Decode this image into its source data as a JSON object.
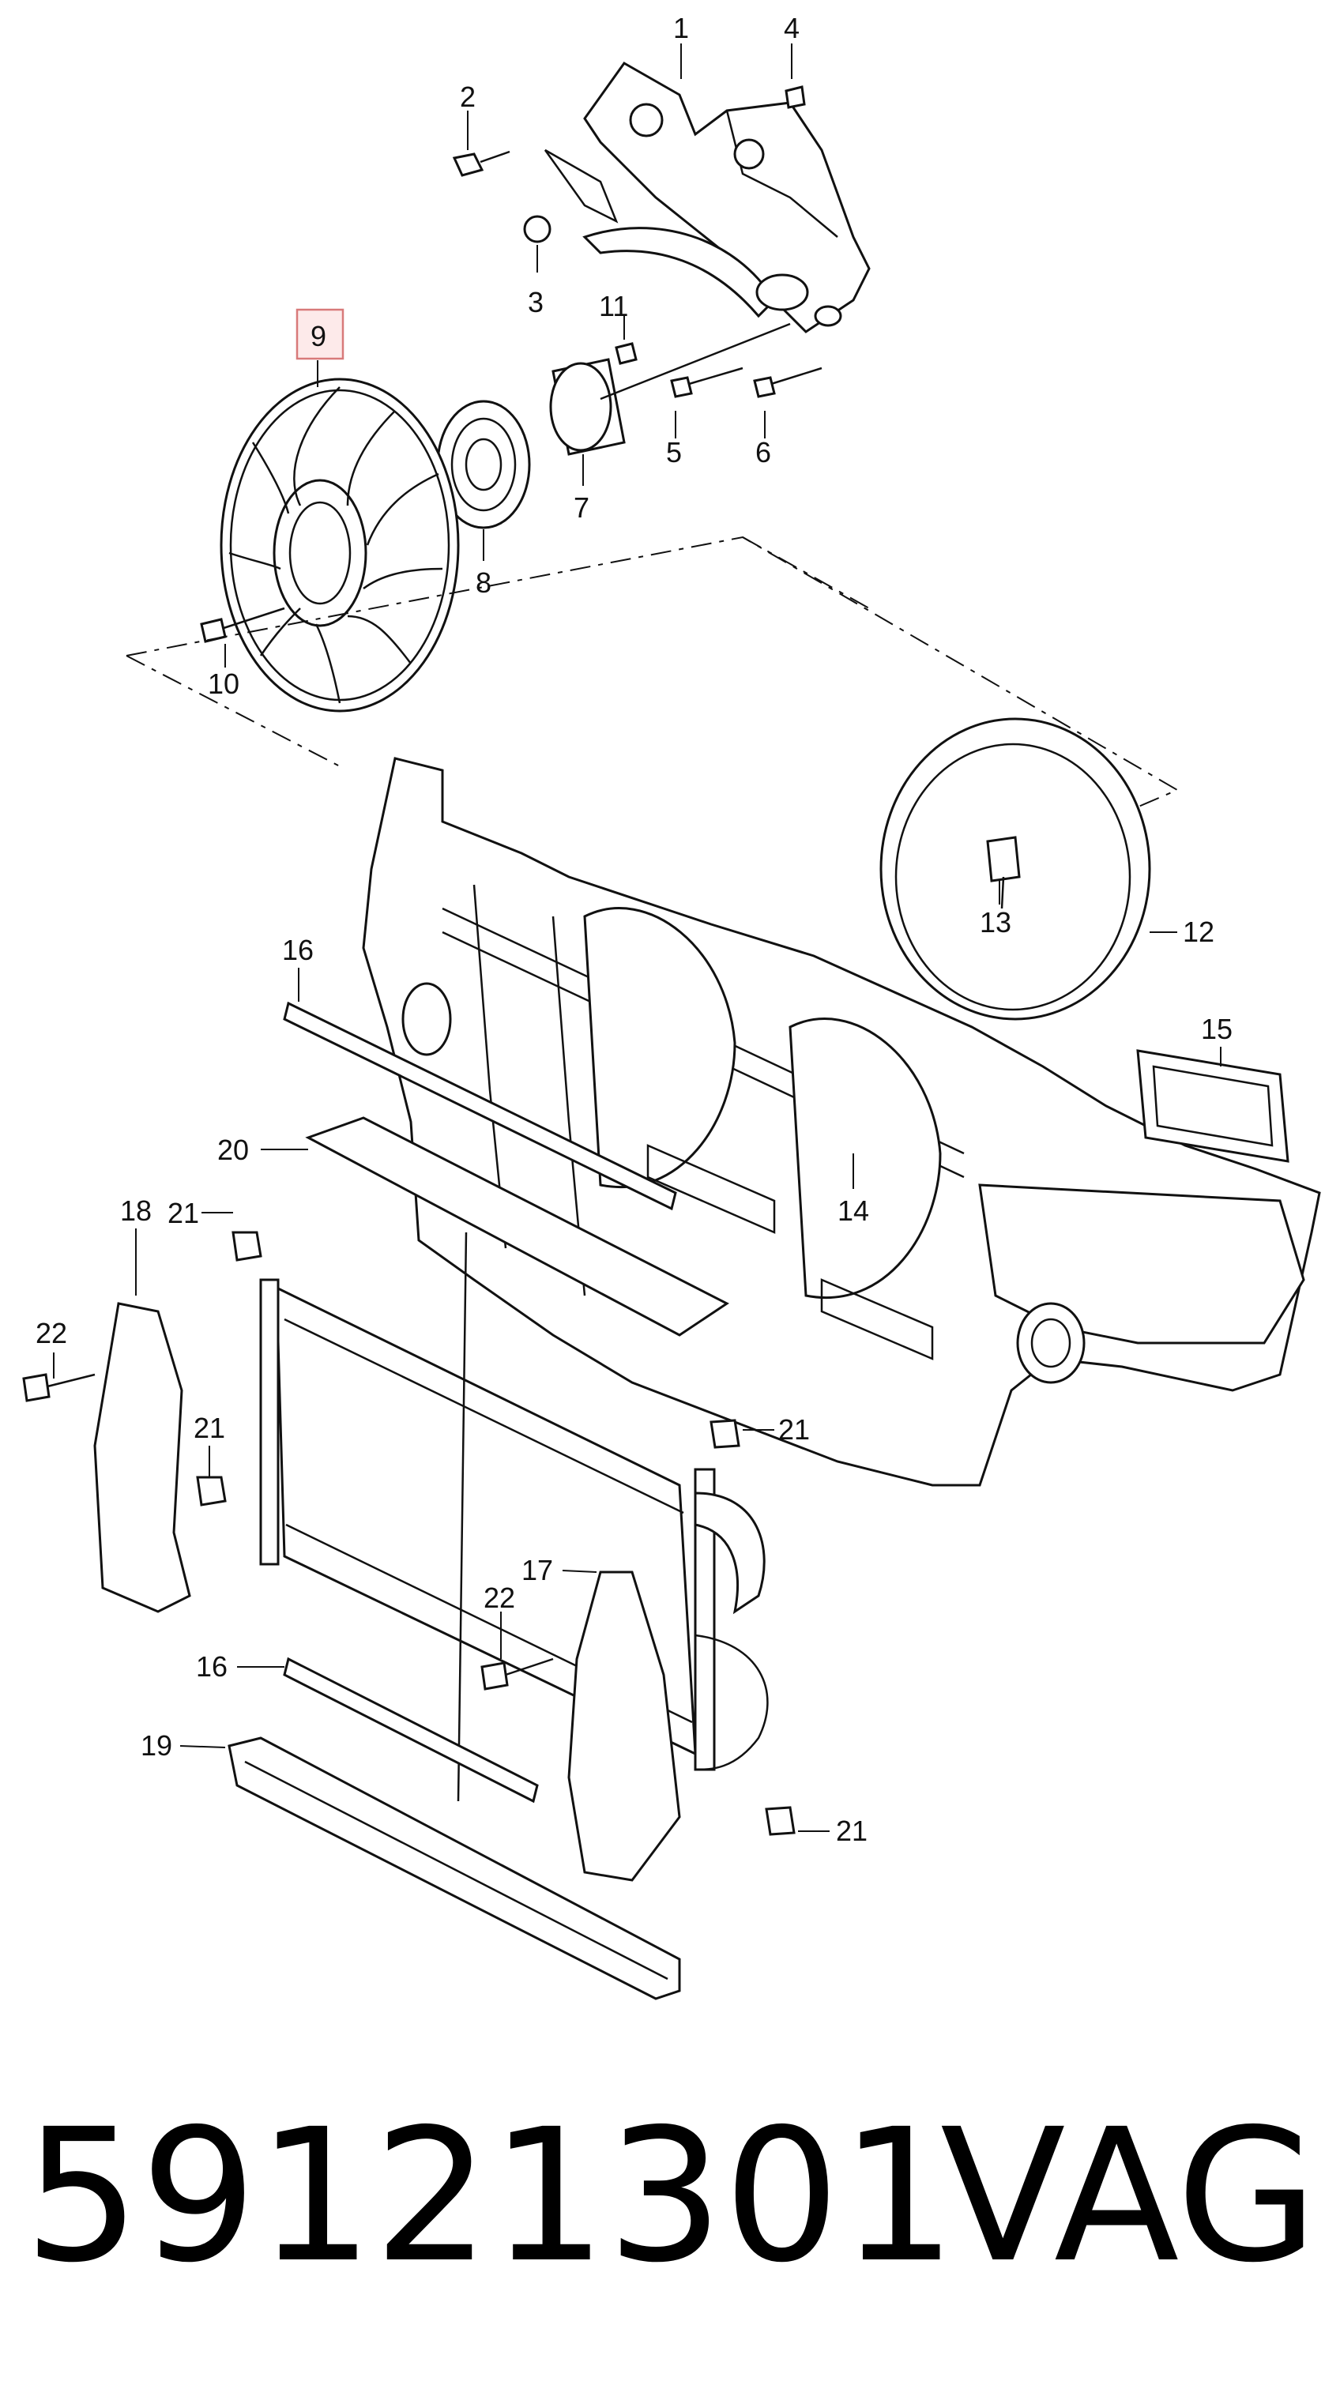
{
  "diagram": {
    "highlight_color": "#d87a7a",
    "callouts": {
      "c1": "1",
      "c2": "2",
      "c3": "3",
      "c4": "4",
      "c5": "5",
      "c6": "6",
      "c7": "7",
      "c8": "8",
      "c9": "9",
      "c10": "10",
      "c11": "11",
      "c12": "12",
      "c13": "13",
      "c14": "14",
      "c15": "15",
      "c16a": "16",
      "c16b": "16",
      "c17": "17",
      "c18": "18",
      "c19": "19",
      "c20": "20",
      "c21a": "21",
      "c21b": "21",
      "c21c": "21",
      "c21d": "21",
      "c22a": "22",
      "c22b": "22"
    },
    "highlighted_part": "9"
  },
  "footer": {
    "part_number": "59121301",
    "brand": "VAG"
  }
}
